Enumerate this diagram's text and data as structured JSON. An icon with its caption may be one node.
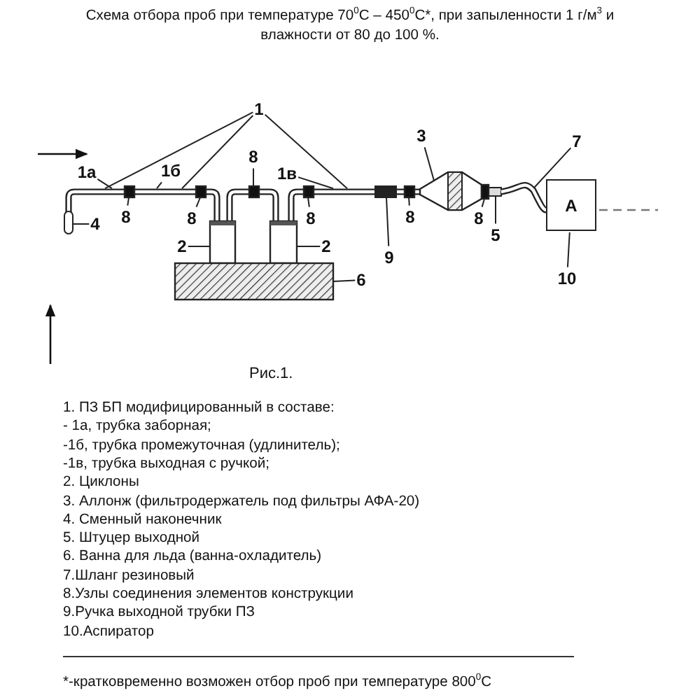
{
  "diagram": {
    "title": "Схема отбора проб при температуре 70$^{0}$C – 450$^{0}$C*, при запыленности 1 г/м$^{3}$ и влажности от 80 до 100 %.",
    "nodes": [
      {
        "text": [
          "1"
        ]
      },
      {
        "text": [
          "1а"
        ]
      },
      {
        "text": [
          "1б"
        ]
      },
      {
        "text": [
          "8"
        ]
      },
      {
        "text": [
          "1в"
        ]
      },
      {
        "text": [
          "3"
        ]
      },
      {
        "text": [
          "7"
        ]
      },
      {
        "text": [
          "A"
        ]
      },
      {
        "text": [
          "4"
        ]
      },
      {
        "text": [
          "8"
        ]
      },
      {
        "text": [
          "8"
        ]
      },
      {
        "text": [
          "8"
        ]
      },
      {
        "text": [
          "8"
        ]
      },
      {
        "text": [
          "8"
        ]
      },
      {
        "text": [
          "2"
        ]
      },
      {
        "text": [
          "2"
        ]
      },
      {
        "text": [
          "5"
        ]
      },
      {
        "text": [
          "6"
        ]
      },
      {
        "text": [
          "9"
        ]
      },
      {
        "text": [
          "10"
        ]
      },
      {
        "text": [],
        "shape": "tube"
      },
      {
        "text": [],
        "shape": "tube"
      },
      {
        "text": [],
        "shape": "tube"
      },
      {
        "text": [],
        "shape": "capsule"
      },
      {
        "text": [],
        "shape": "box"
      },
      {
        "text": [],
        "shape": "box"
      },
      {
        "text": [],
        "shape": "box"
      },
      {
        "text": [],
        "shape": "box"
      },
      {
        "text": [],
        "shape": "box"
      },
      {
        "text": [],
        "shape": "box"
      },
      {
        "text": [],
        "shape": "cylinder"
      },
      {
        "text": [],
        "shape": "cylinder"
      },
      {
        "text": [],
        "shape": "box"
      },
      {
        "text": [],
        "shape": "bar"
      },
      {
        "text": [],
        "shape": "funnel"
      },
      {
        "text": [],
        "shape": "bar"
      },
      {
        "text": [],
        "shape": "tube"
      }
    ],
    "edges": [
      {
        "from": 0,
        "to": 20,
        "arrow": "none"
      },
      {
        "from": 0,
        "to": 21,
        "arrow": "none"
      },
      {
        "from": 0,
        "to": 22,
        "arrow": "none"
      },
      {
        "from": 1,
        "to": 20,
        "arrow": "none"
      },
      {
        "from": 2,
        "to": 21,
        "arrow": "none"
      },
      {
        "from": 4,
        "to": 22,
        "arrow": "none"
      },
      {
        "from": 3,
        "to": 26,
        "arrow": "none"
      },
      {
        "from": 9,
        "to": 24,
        "arrow": "none"
      },
      {
        "from": 10,
        "to": 25,
        "arrow": "none"
      },
      {
        "from": 11,
        "to": 27,
        "arrow": "none"
      },
      {
        "from": 12,
        "to": 28,
        "arrow": "none"
      },
      {
        "from": 13,
        "to": 29,
        "arrow": "none"
      },
      {
        "from": 5,
        "to": 34,
        "arrow": "none"
      },
      {
        "from": 6,
        "to": 36,
        "arrow": "none"
      },
      {
        "from": 8,
        "to": 23,
        "arrow": "none"
      },
      {
        "from": 14,
        "to": 30,
        "arrow": "none"
      },
      {
        "from": 15,
        "to": 31,
        "arrow": "none"
      },
      {
        "from": 16,
        "to": 35,
        "arrow": "none"
      },
      {
        "from": 17,
        "to": 32,
        "arrow": "none"
      },
      {
        "from": 18,
        "to": 33,
        "arrow": "none"
      },
      {
        "from": 19,
        "to": 7,
        "arrow": "none"
      },
      {
        "from": 30,
        "to": 31,
        "arrow": "none",
        "style": "thick"
      },
      {
        "from": 25,
        "to": 30,
        "arrow": "none",
        "style": "thick"
      }
    ],
    "labels": [
      "Рис.1.",
      "1. ПЗ БП модифицированный в составе:",
      "- 1а, трубка заборная;",
      "-1б, трубка промежуточная (удлинитель);",
      "-1в, трубка выходная с ручкой;",
      "2. Циклоны",
      "3. Аллонж (фильтродержатель под фильтры АФА-20)",
      "4. Сменный наконечник",
      "5. Штуцер выходной",
      "6. Ванна для льда (ванна-охладитель)",
      "7.Шланг резиновый",
      "8.Узлы соединения элементов конструкции",
      "9.Ручка выходной трубки ПЗ",
      "10.Аспиратор",
      "*-кратковременно возможен отбор проб при температуре  800$^{0}$C"
    ]
  }
}
